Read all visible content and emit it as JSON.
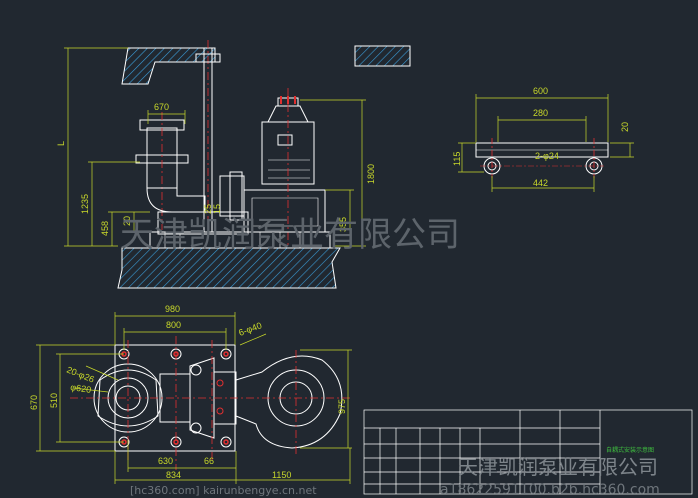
{
  "elevation": {
    "dims": {
      "width_670": "670",
      "height_l": "L",
      "height_1235": "1235",
      "height_458": "458",
      "height_20": "20",
      "height_25": "25",
      "height_15": "15",
      "height_1800": "1800",
      "height_355": "355"
    }
  },
  "side_view": {
    "dims": {
      "width_600": "600",
      "width_280": "280",
      "height_20": "20",
      "height_115": "115",
      "holes": "2-φ24",
      "width_442": "442"
    }
  },
  "plan_view": {
    "dims": {
      "width_980": "980",
      "width_800": "800",
      "holes_6": "6-φ40",
      "holes_20": "20-φ26",
      "dia_620": "φ620",
      "height_670": "670",
      "height_510": "510",
      "width_834": "834",
      "width_630": "630",
      "width_66": "66",
      "height_975": "975",
      "width_1150": "1150"
    }
  },
  "title_block": {
    "title": "自耦式安装示意图"
  },
  "watermark": {
    "center_text": "天津凯润泵业有限公司",
    "corner_text": "天津凯润泵业有限公司",
    "corner_url": "a18622591100.b2b.hc360.com",
    "bottom_left_url": "[hc360.com]   kairunbengye.cn.net"
  },
  "colors": {
    "background": "#212830",
    "dimension": "#c8d82a",
    "outline": "#ffffff",
    "centerline": "#e03030",
    "hatch": "#3a9bd6"
  }
}
